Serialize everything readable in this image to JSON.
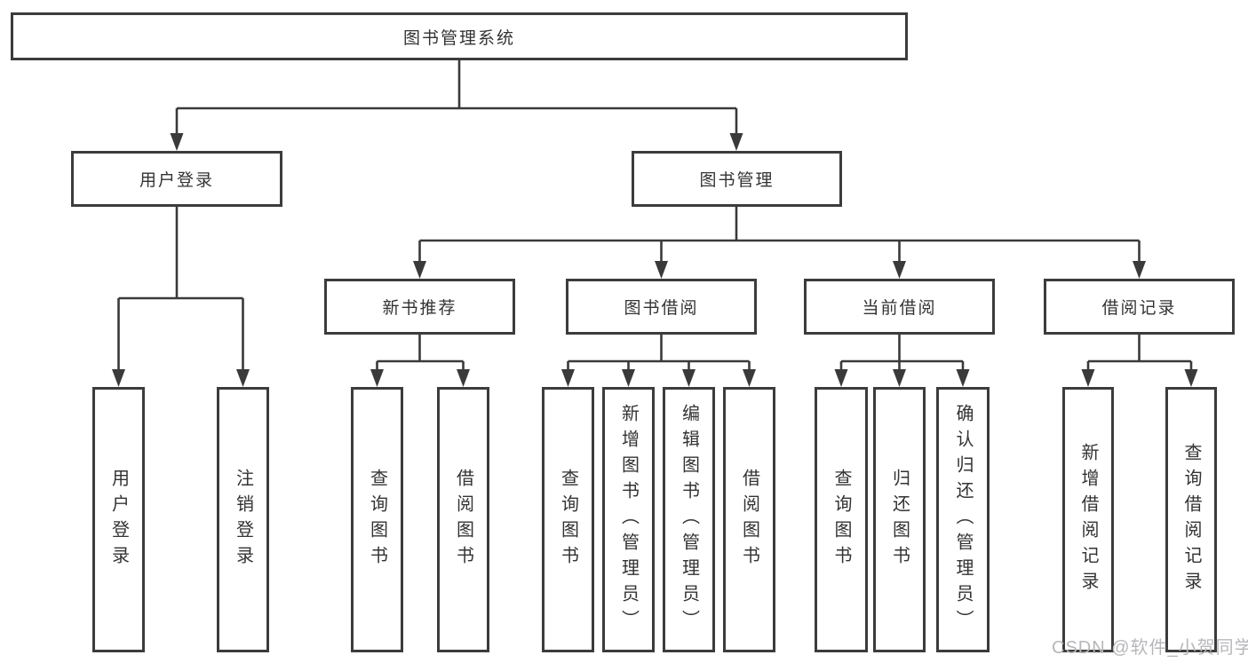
{
  "tree": {
    "label": "图书管理系统",
    "children": [
      {
        "label": "用户登录",
        "children": [
          {
            "label": "用户登录"
          },
          {
            "label": "注销登录"
          }
        ]
      },
      {
        "label": "图书管理",
        "children": [
          {
            "label": "新书推荐",
            "children": [
              {
                "label": "查询图书"
              },
              {
                "label": "借阅图书"
              }
            ]
          },
          {
            "label": "图书借阅",
            "children": [
              {
                "label": "查询图书"
              },
              {
                "label": "新增图书（管理员）"
              },
              {
                "label": "编辑图书（管理员）"
              },
              {
                "label": "借阅图书"
              }
            ]
          },
          {
            "label": "当前借阅",
            "children": [
              {
                "label": "查询图书"
              },
              {
                "label": "归还图书"
              },
              {
                "label": "确认归还（管理员）"
              }
            ]
          },
          {
            "label": "借阅记录",
            "children": [
              {
                "label": "新增借阅记录"
              },
              {
                "label": "查询借阅记录"
              }
            ]
          }
        ]
      }
    ]
  },
  "watermark": {
    "text": "CSDN @软件_小贺同学"
  },
  "colors": {
    "line": "#3a3a3a",
    "border": "#3c3c3c",
    "text": "#333333",
    "watermark": "#b7b7bb",
    "background": "#ffffff"
  }
}
